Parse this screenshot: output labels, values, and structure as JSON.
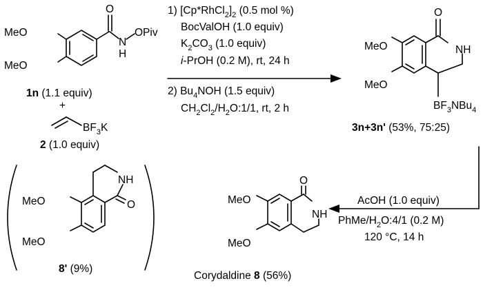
{
  "substrate_1n": {
    "ome_top": "MeO",
    "ome_bottom": "MeO",
    "o": "O",
    "n_h": "H",
    "n": "N",
    "o_piv": "OPiv",
    "label_bold": "1n",
    "label_rest": " (1.1 equiv)"
  },
  "plus": "+",
  "reagent_2": {
    "bf3k_pre": "BF",
    "bf3k_sub": "3",
    "bf3k_post": "K",
    "label_bold": "2",
    "label_rest": " (1.0 equiv)"
  },
  "conditions_1": {
    "line1_pre": "1) [Cp*RhCl",
    "line1_sub": "2",
    "line1_mid": "]",
    "line1_sub2": "2",
    "line1_post": " (0.5 mol %)",
    "line2": "BocValOH (1.0 equiv)",
    "line3_pre": "K",
    "line3_sub": "2",
    "line3_mid": "CO",
    "line3_sub2": "3",
    "line3_post": " (1.0 equiv)",
    "line4_ital": "i",
    "line4_rest": "-PrOH (0.2 M), rt, 24 h",
    "line5_pre": "2) Bu",
    "line5_sub": "4",
    "line5_post": "NOH (1.5 equiv)",
    "line6_pre": "CH",
    "line6_sub": "2",
    "line6_mid": "Cl",
    "line6_sub2": "2",
    "line6_mid2": "/H",
    "line6_sub3": "2",
    "line6_post": "O:1/1, rt, 2 h"
  },
  "product_3n": {
    "ome_top": "MeO",
    "ome_bottom": "MeO",
    "o": "O",
    "nh": "NH",
    "bf3_pre": "BF",
    "bf3_sub": "3",
    "bf3_mid": "NBu",
    "bf3_sub2": "4",
    "label_bold": "3n+3n'",
    "label_rest": " (53%, 75:25)"
  },
  "conditions_2": {
    "line1": "AcOH (1.0 equiv)",
    "line2_pre": "PhMe/H",
    "line2_sub": "2",
    "line2_post": "O:4/1 (0.2 M)",
    "line3": "120 °C, 14 h"
  },
  "product_8": {
    "ome_top": "MeO",
    "ome_bottom": "MeO",
    "o": "O",
    "nh": "NH",
    "label_pre": "Corydaldine ",
    "label_bold": "8",
    "label_rest": " (56%)"
  },
  "product_8prime": {
    "ome_top": "MeO",
    "ome_bottom": "MeO",
    "o": "O",
    "nh": "NH",
    "label_bold": "8'",
    "label_rest": " (9%)"
  }
}
